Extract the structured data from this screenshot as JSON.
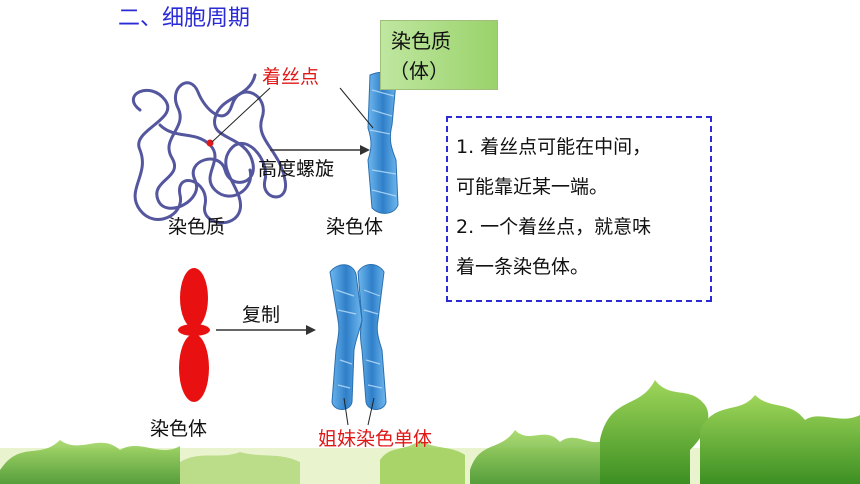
{
  "section_title": "二、细胞周期",
  "label_box": {
    "line1": "染色质",
    "line2": "（体）"
  },
  "diagram": {
    "centromere_label": "着丝点",
    "spiral_label": "高度螺旋",
    "chromatin_label": "染色质",
    "chromosome_label": "染色体",
    "replicate_label": "复制",
    "chromosome_label_2": "染色体",
    "sister_chromatid_label": "姐妹染色单体"
  },
  "notes": [
    "1. 着丝点可能在中间，",
    "可能靠近某一端。",
    "2. 一个着丝点，就意味",
    "着一条染色体。"
  ],
  "colors": {
    "title_blue": "#2b2bd6",
    "label_red": "#e01818",
    "box_green": "#9ad26b",
    "chromatin_purple": "#54569e",
    "chromosome_blue": "#3d8fd4",
    "red_chromosome": "#e81010",
    "tree_green": "#4ca62a"
  }
}
